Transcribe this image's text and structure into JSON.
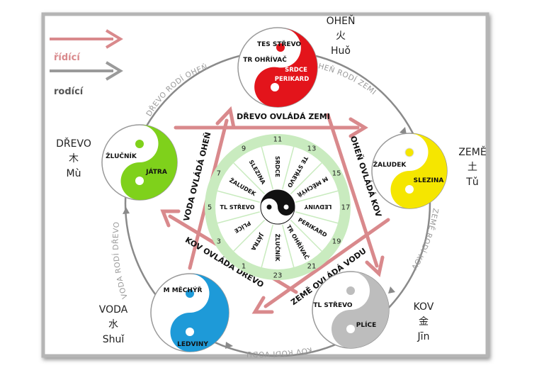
{
  "legend": {
    "controlling": "řídící",
    "generating": "rodící",
    "controlling_color": "#d9898c",
    "generating_color": "#9a9a9a"
  },
  "elements": [
    {
      "id": "fire",
      "name": "OHEŇ",
      "hanzi": "火",
      "pinyin": "Huǒ",
      "color": "#e3141b",
      "organ_a": "TES STŘEVO",
      "organ_b": "TR OHŘÍVAČ",
      "organ_c": "SRDCE",
      "organ_d": "PERIKARD"
    },
    {
      "id": "earth",
      "name": "ZEMĚ",
      "hanzi": "土",
      "pinyin": "Tǔ",
      "color": "#f5e600",
      "organ_a": "ŽALUDEK",
      "organ_b": "SLEZINA"
    },
    {
      "id": "metal",
      "name": "KOV",
      "hanzi": "金",
      "pinyin": "Jīn",
      "color": "#bdbdbd",
      "organ_a": "TL STŘEVO",
      "organ_b": "PLÍCE"
    },
    {
      "id": "water",
      "name": "VODA",
      "hanzi": "水",
      "pinyin": "Shuǐ",
      "color": "#1e9ad8",
      "organ_a": "M MĚCHÝŘ",
      "organ_b": "LEDVINY"
    },
    {
      "id": "wood",
      "name": "DŘEVO",
      "hanzi": "木",
      "pinyin": "Mù",
      "color": "#7fd11b",
      "organ_a": "ŽLUČNÍK",
      "organ_b": "JÁTRA"
    }
  ],
  "generating_cycle": {
    "fire_earth": "OHEŇ RODÍ ZEMI",
    "earth_metal": "ZEMĚ RODÍ KOV",
    "metal_water": "KOV RODÍ VODU",
    "water_wood": "VODA RODÍ DŘEVO",
    "wood_fire": "DŘEVO RODÍ OHEŇ"
  },
  "controlling_cycle": {
    "wood_earth": "DŘEVO OVLÁDÁ ZEMI",
    "fire_metal": "OHEŇ OVLÁDÁ KOV",
    "earth_water": "ZEMĚ OVLÁDÁ VODU",
    "metal_wood": "KOV OVLÁDÁ DŘEVO",
    "water_fire": "VODA OVLÁDÁ OHEŇ"
  },
  "organ_clock": {
    "hours": [
      "11",
      "13",
      "15",
      "17",
      "19",
      "21",
      "23",
      "1",
      "3",
      "5",
      "7",
      "9"
    ],
    "organs": [
      "SRDCE",
      "TE STŘEVO",
      "M MĚCHÝŘ",
      "LEDVINY",
      "PERIKARD",
      "TR OHŘÍVAČ",
      "ŽLUČNÍK",
      "JÁTRA",
      "PLÍCE",
      "TL STŘEVO",
      "ŽALUDEK",
      "SLEZINA"
    ]
  }
}
